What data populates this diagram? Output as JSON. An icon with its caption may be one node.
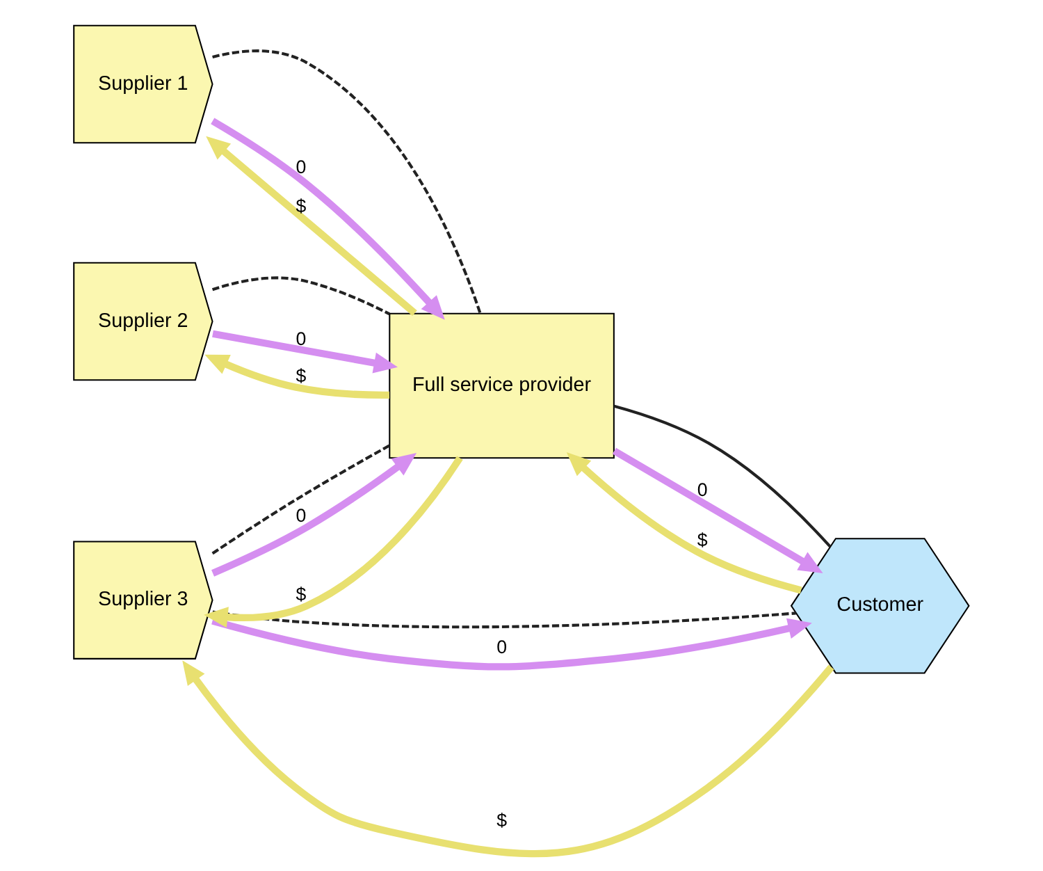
{
  "diagram": {
    "nodes": [
      {
        "text": [
          "Supplier 1"
        ]
      },
      {
        "text": [
          "Supplier 2"
        ]
      },
      {
        "text": [
          "Supplier 3"
        ]
      },
      {
        "text": [
          "Full service provider"
        ]
      },
      {
        "text": [
          "Customer"
        ]
      }
    ],
    "edges": [
      {
        "from": 0,
        "to": 3,
        "arrow": "none",
        "style": "dashed",
        "color": "#222222"
      },
      {
        "from": 3,
        "to": 0,
        "arrow": "to",
        "label": "$",
        "color": "#e8e070"
      },
      {
        "from": 0,
        "to": 3,
        "arrow": "to",
        "label": "0",
        "color": "#d58ef0"
      },
      {
        "from": 1,
        "to": 3,
        "arrow": "none",
        "style": "dashed",
        "color": "#222222"
      },
      {
        "from": 3,
        "to": 1,
        "arrow": "to",
        "label": "$",
        "color": "#e8e070"
      },
      {
        "from": 1,
        "to": 3,
        "arrow": "to",
        "label": "0",
        "color": "#d58ef0"
      },
      {
        "from": 2,
        "to": 3,
        "arrow": "none",
        "style": "dashed",
        "color": "#222222"
      },
      {
        "from": 3,
        "to": 2,
        "arrow": "to",
        "label": "$",
        "color": "#e8e070"
      },
      {
        "from": 2,
        "to": 3,
        "arrow": "to",
        "label": "0",
        "color": "#d58ef0"
      },
      {
        "from": 3,
        "to": 4,
        "arrow": "none",
        "color": "#222222"
      },
      {
        "from": 4,
        "to": 3,
        "arrow": "to",
        "label": "$",
        "color": "#e8e070"
      },
      {
        "from": 3,
        "to": 4,
        "arrow": "to",
        "label": "0",
        "color": "#d58ef0"
      },
      {
        "from": 2,
        "to": 4,
        "arrow": "none",
        "style": "dashed",
        "color": "#222222"
      },
      {
        "from": 4,
        "to": 2,
        "arrow": "to",
        "label": "$",
        "color": "#e8e070"
      },
      {
        "from": 2,
        "to": 4,
        "arrow": "to",
        "label": "0",
        "color": "#d58ef0"
      }
    ]
  }
}
